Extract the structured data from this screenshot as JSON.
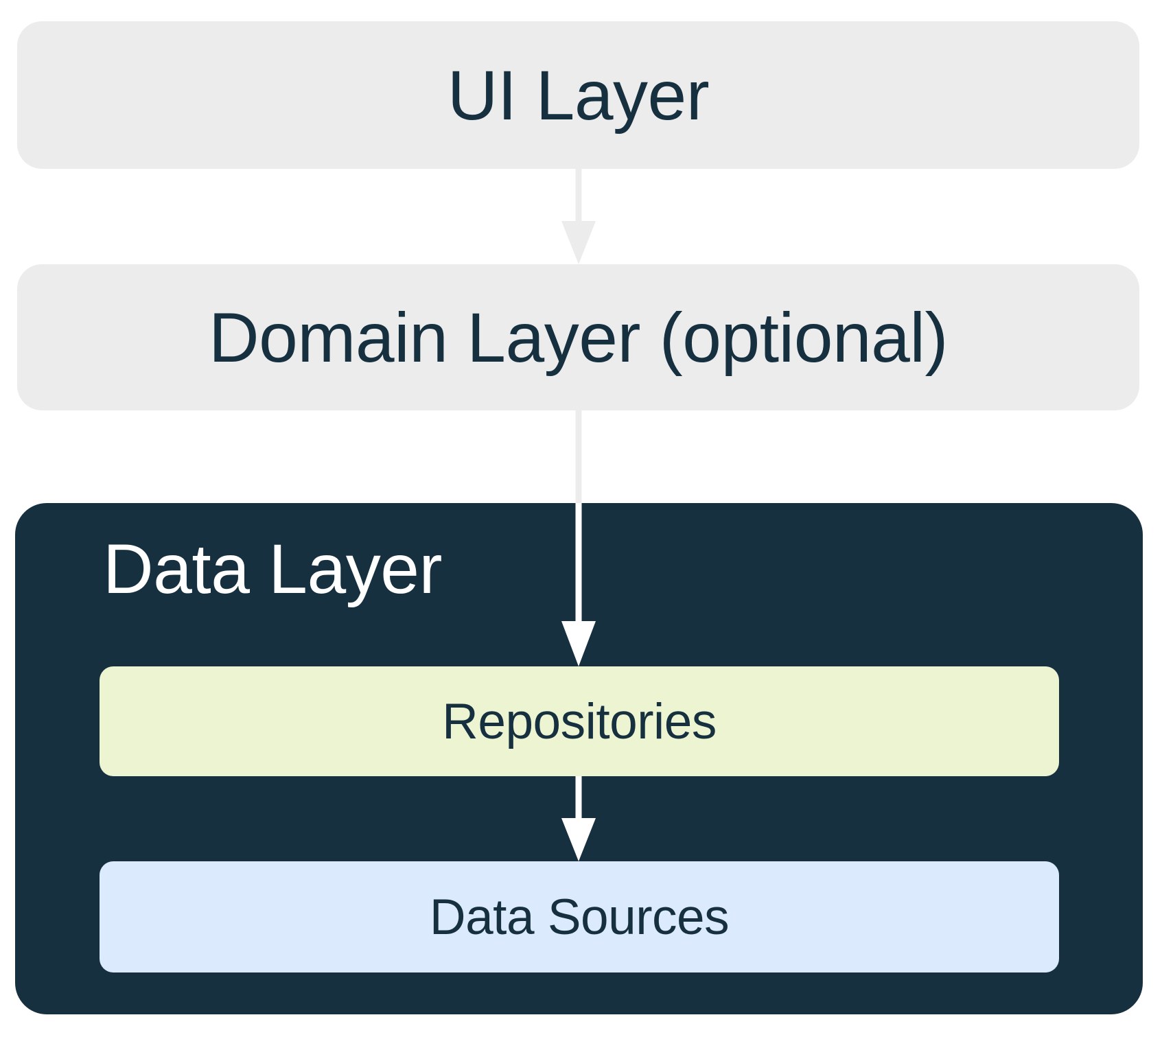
{
  "diagram": {
    "title": "Android app architecture layers",
    "background": "#ffffff",
    "colors": {
      "layer_fill": "#ececec",
      "data_layer_fill": "#16303f",
      "repositories_fill": "#edf4d2",
      "data_sources_fill": "#dbeafc",
      "text_dark": "#16303f",
      "text_light": "#ffffff",
      "arrow_grey": "#ececec",
      "arrow_white": "#ffffff"
    }
  },
  "layers": {
    "ui": {
      "label": "UI Layer"
    },
    "domain": {
      "label": "Domain Layer (optional)"
    },
    "data": {
      "label": "Data Layer",
      "children": {
        "repositories": {
          "label": "Repositories"
        },
        "data_sources": {
          "label": "Data Sources"
        }
      }
    }
  },
  "arrows": [
    {
      "name": "ui-to-domain",
      "from": "UI Layer",
      "to": "Domain Layer (optional)",
      "direction": "down",
      "color": "#ececec"
    },
    {
      "name": "domain-to-repositories",
      "from": "Domain Layer (optional)",
      "to": "Repositories",
      "direction": "down",
      "color": "#ececec"
    },
    {
      "name": "repositories-to-data-sources",
      "from": "Repositories",
      "to": "Data Sources",
      "direction": "down",
      "color": "#ffffff"
    }
  ]
}
